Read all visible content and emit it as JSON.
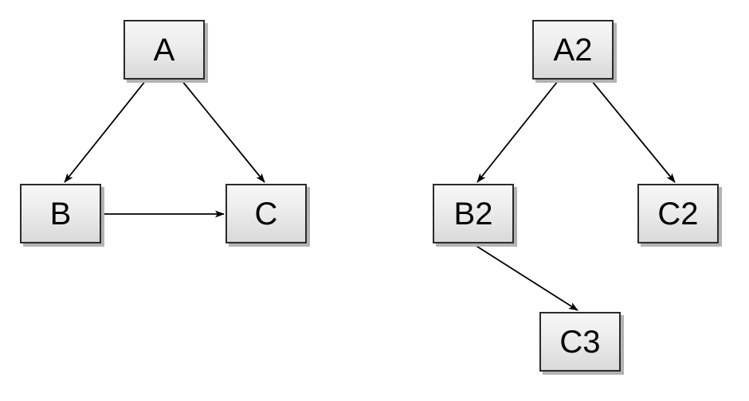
{
  "canvas": {
    "background_color": "#ffffff"
  },
  "style": {
    "node_fill_top": "#f7f7f7",
    "node_fill_bottom": "#d9d9d9",
    "node_border_color": "#2b2b2b",
    "node_shadow_color": "#b3b3b3",
    "edge_color": "#000000",
    "label_color": "#000000"
  },
  "chart_data": {
    "type": "diagram",
    "graphs": [
      {
        "name": "left-graph",
        "nodes": [
          {
            "id": "A",
            "label": "A"
          },
          {
            "id": "B",
            "label": "B"
          },
          {
            "id": "C",
            "label": "C"
          }
        ],
        "edges": [
          {
            "from": "A",
            "to": "B"
          },
          {
            "from": "A",
            "to": "C"
          },
          {
            "from": "B",
            "to": "C"
          }
        ]
      },
      {
        "name": "right-graph",
        "nodes": [
          {
            "id": "A2",
            "label": "A2"
          },
          {
            "id": "B2",
            "label": "B2"
          },
          {
            "id": "C2",
            "label": "C2"
          },
          {
            "id": "C3",
            "label": "C3"
          }
        ],
        "edges": [
          {
            "from": "A2",
            "to": "B2"
          },
          {
            "from": "A2",
            "to": "C2"
          },
          {
            "from": "B2",
            "to": "C3"
          }
        ]
      }
    ]
  }
}
